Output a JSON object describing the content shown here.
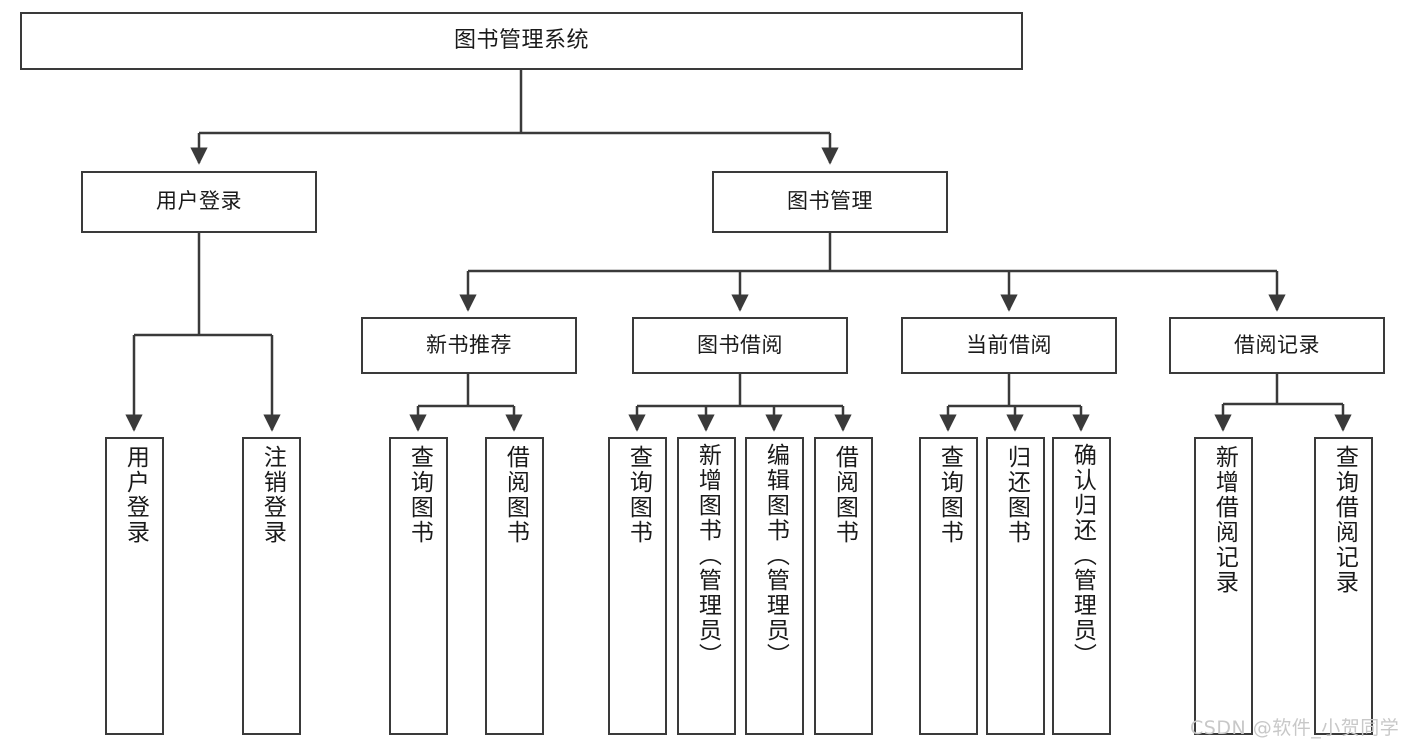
{
  "diagram": {
    "title": "图书管理系统",
    "type": "tree-hierarchy-diagram",
    "nodes": {
      "root": {
        "label": "图书管理系统"
      },
      "level2": [
        {
          "id": "user-login",
          "label": "用户登录"
        },
        {
          "id": "book-manage",
          "label": "图书管理"
        }
      ],
      "level3": [
        {
          "id": "new-book-recommend",
          "label": "新书推荐"
        },
        {
          "id": "book-borrow",
          "label": "图书借阅"
        },
        {
          "id": "current-borrow",
          "label": "当前借阅"
        },
        {
          "id": "borrow-record",
          "label": "借阅记录"
        }
      ],
      "leaves": {
        "user_login": [
          {
            "id": "leaf-user-login",
            "label": "用户登录"
          },
          {
            "id": "leaf-logout-login",
            "label": "注销登录"
          }
        ],
        "new_book_recommend": [
          {
            "id": "leaf-query-book-1",
            "label": "查询图书"
          },
          {
            "id": "leaf-borrow-book-1",
            "label": "借阅图书"
          }
        ],
        "book_borrow": [
          {
            "id": "leaf-query-book-2",
            "label": "查询图书"
          },
          {
            "id": "leaf-add-book",
            "label": "新增图书（管理员）"
          },
          {
            "id": "leaf-edit-book",
            "label": "编辑图书（管理员）"
          },
          {
            "id": "leaf-borrow-book-2",
            "label": "借阅图书"
          }
        ],
        "current_borrow": [
          {
            "id": "leaf-query-book-3",
            "label": "查询图书"
          },
          {
            "id": "leaf-return-book",
            "label": "归还图书"
          },
          {
            "id": "leaf-confirm-return",
            "label": "确认归还（管理员）"
          }
        ],
        "borrow_record": [
          {
            "id": "leaf-add-record",
            "label": "新增借阅记录"
          },
          {
            "id": "leaf-query-record",
            "label": "查询借阅记录"
          }
        ]
      }
    },
    "colors": {
      "stroke": "#3a3a3a",
      "fill": "#ffffff",
      "text": "#1a1a1a",
      "watermark": "#c8c8c8"
    }
  },
  "watermark": {
    "text": "CSDN @软件_小贺同学"
  }
}
